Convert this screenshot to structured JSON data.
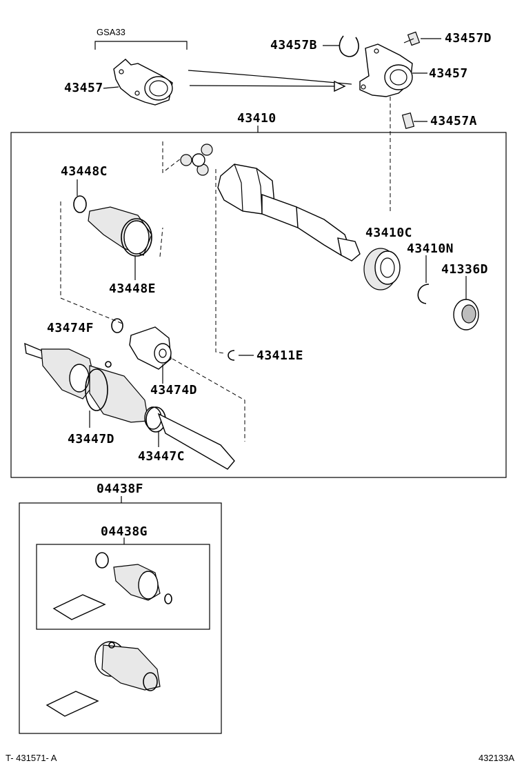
{
  "diagram": {
    "variant_note": "GSA33",
    "labels": {
      "bracket_left": "43457",
      "clip_b": "43457B",
      "bolt_d": "43457D",
      "bracket_right": "43457",
      "bolt_a": "43457A",
      "shaft_assy": "43410",
      "inner_clamp": "43448C",
      "inner_boot_clamp": "43448E",
      "bearing": "43410C",
      "snap_ring_n": "43410N",
      "seal": "41336D",
      "damper_clamp": "43474F",
      "damper": "43474D",
      "snap_ring_e": "43411E",
      "outer_boot": "43447D",
      "outer_clamp": "43447C",
      "boot_kit": "04438F",
      "boot_kit_inner": "04438G"
    },
    "footer_left": "T- 431571- A",
    "footer_right": "432133A"
  }
}
